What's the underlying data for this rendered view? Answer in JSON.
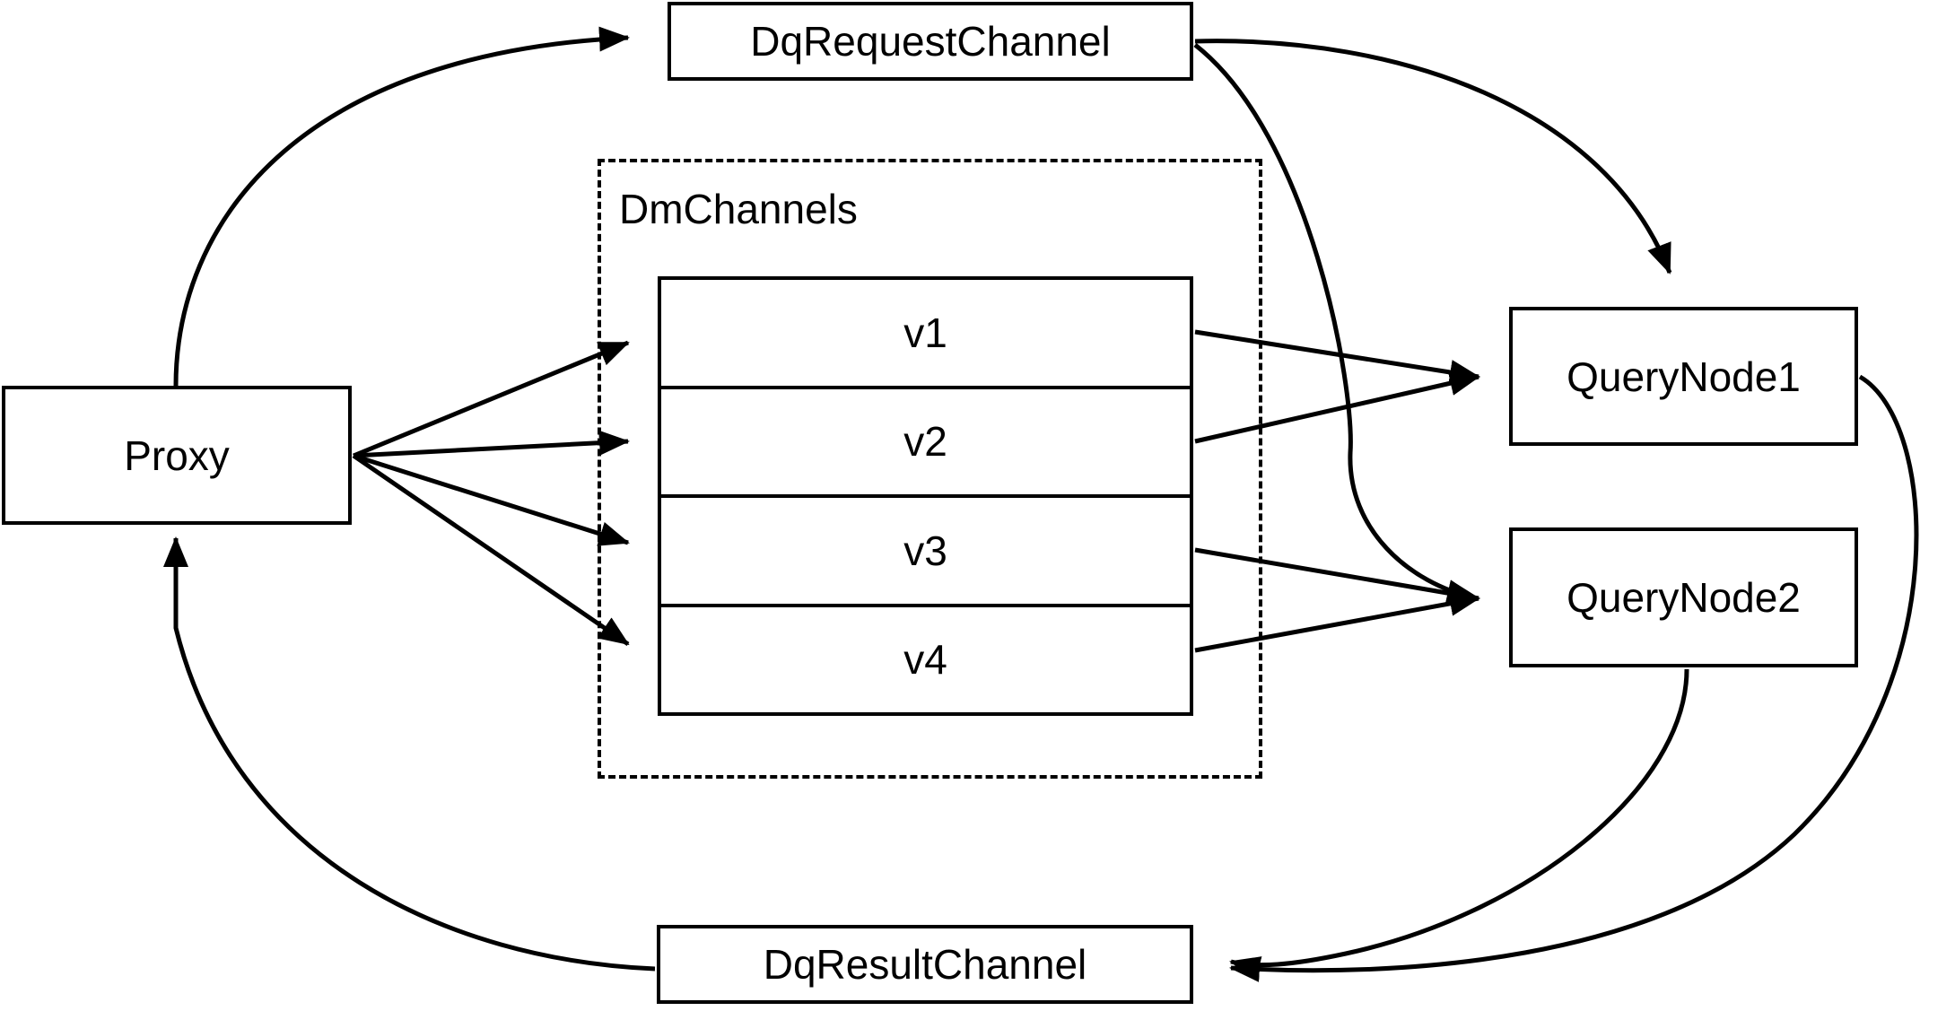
{
  "diagram": {
    "title": "Milvus distributed query channel topology",
    "background_color": "#ffffff",
    "stroke_color": "#000000",
    "nodes": {
      "proxy": {
        "label": "Proxy"
      },
      "dq_request_channel": {
        "label": "DqRequestChannel"
      },
      "dq_result_channel": {
        "label": "DqResultChannel"
      },
      "query_node_1": {
        "label": "QueryNode1"
      },
      "query_node_2": {
        "label": "QueryNode2"
      }
    },
    "group": {
      "label": "DmChannels",
      "border_style": "dashed"
    },
    "channels": [
      {
        "label": "v1"
      },
      {
        "label": "v2"
      },
      {
        "label": "v3"
      },
      {
        "label": "v4"
      }
    ],
    "edges": [
      {
        "from": "Proxy",
        "to": "DqRequestChannel",
        "style": "curved",
        "arrow": "to"
      },
      {
        "from": "DqRequestChannel",
        "to": "QueryNode1",
        "style": "curved",
        "arrow": "to"
      },
      {
        "from": "DqRequestChannel",
        "to": "QueryNode2",
        "style": "curved",
        "arrow": "to"
      },
      {
        "from": "Proxy",
        "to": "v1",
        "style": "straight",
        "arrow": "to"
      },
      {
        "from": "Proxy",
        "to": "v2",
        "style": "straight",
        "arrow": "to"
      },
      {
        "from": "Proxy",
        "to": "v3",
        "style": "straight",
        "arrow": "to"
      },
      {
        "from": "Proxy",
        "to": "v4",
        "style": "straight",
        "arrow": "to"
      },
      {
        "from": "v1",
        "to": "QueryNode1",
        "style": "straight",
        "arrow": "to"
      },
      {
        "from": "v2",
        "to": "QueryNode1",
        "style": "straight",
        "arrow": "to"
      },
      {
        "from": "v3",
        "to": "QueryNode2",
        "style": "straight",
        "arrow": "to"
      },
      {
        "from": "v4",
        "to": "QueryNode2",
        "style": "straight",
        "arrow": "to"
      },
      {
        "from": "QueryNode1",
        "to": "DqResultChannel",
        "style": "curved",
        "arrow": "to"
      },
      {
        "from": "QueryNode2",
        "to": "DqResultChannel",
        "style": "curved",
        "arrow": "to"
      },
      {
        "from": "DqResultChannel",
        "to": "Proxy",
        "style": "curved",
        "arrow": "to"
      }
    ]
  }
}
